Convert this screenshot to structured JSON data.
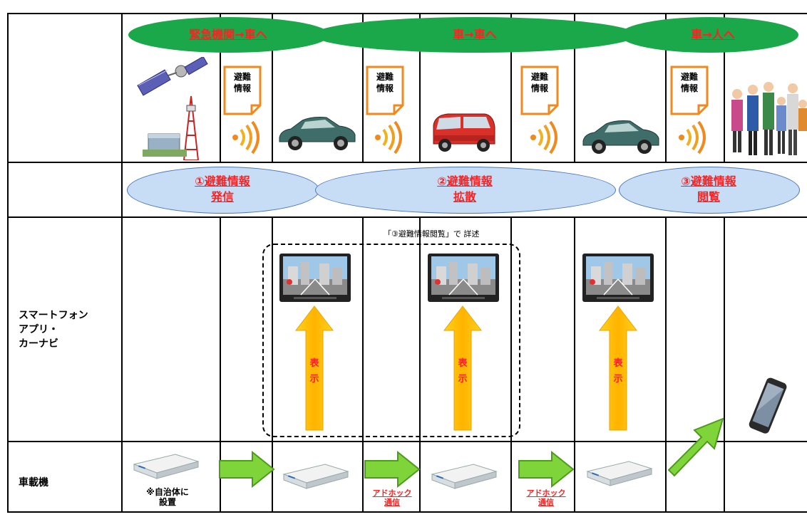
{
  "header_bands": [
    {
      "label": "緊急機関→車へ"
    },
    {
      "label": "車→車へ"
    },
    {
      "label": "車→人へ"
    }
  ],
  "notes": [
    {
      "line1": "避難",
      "line2": "情報"
    },
    {
      "line1": "避難",
      "line2": "情報"
    },
    {
      "line1": "避難",
      "line2": "情報"
    },
    {
      "line1": "避難",
      "line2": "情報"
    }
  ],
  "stages": [
    {
      "line1": "①避難情報",
      "line2": "発信"
    },
    {
      "line1": "②避難情報",
      "line2": "拡散"
    },
    {
      "line1": "③避難情報",
      "line2": "閲覧"
    }
  ],
  "rows": {
    "app": {
      "line1": "スマートフォン",
      "line2": "アプリ・",
      "line3": "カーナビ"
    },
    "device": {
      "label": "車載機"
    }
  },
  "dashed_note": "「③避難情報閲覧」で 詳述",
  "display_label": {
    "line1": "表",
    "line2": "示"
  },
  "device_note": {
    "line1": "※自治体に",
    "line2": "設置"
  },
  "adhoc_label": {
    "line1": "アドホック",
    "line2": "通信"
  },
  "colors": {
    "header_green": "#1aa84a",
    "stage_blue": "#c7dcf5",
    "label_red": "#ff2020",
    "arrow_orange": "#ffb300",
    "arrow_green": "#7fd43a"
  }
}
